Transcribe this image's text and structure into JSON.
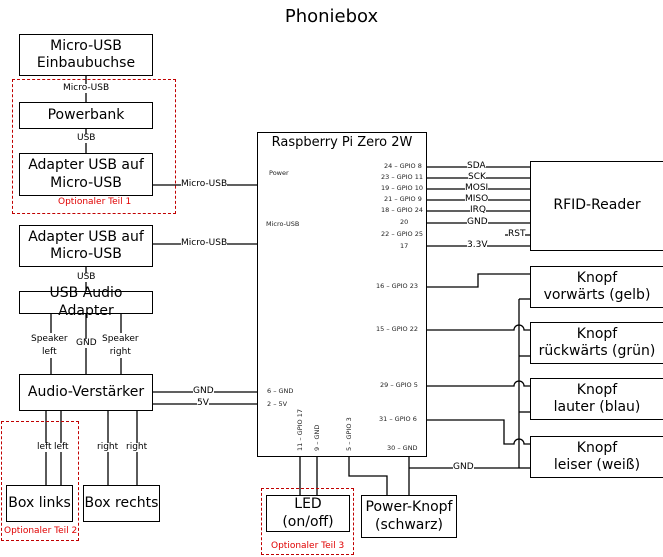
{
  "title": "Phoniebox",
  "blocks": {
    "micro_usb_socket": [
      "Micro-USB",
      "Einbaubuchse"
    ],
    "powerbank": "Powerbank",
    "adapter1": [
      "Adapter USB auf",
      "Micro-USB"
    ],
    "adapter2": [
      "Adapter USB auf",
      "Micro-USB"
    ],
    "usb_audio": "USB Audio Adapter",
    "amp": "Audio-Verstärker",
    "box_links": "Box links",
    "box_rechts": "Box rechts",
    "pi_title": "Raspberry Pi Zero 2W",
    "rfid": "RFID-Reader",
    "knopf_vor": [
      "Knopf",
      "vorwärts (gelb)"
    ],
    "knopf_rueck": [
      "Knopf",
      "rückwärts (grün)"
    ],
    "knopf_laut": [
      "Knopf",
      "lauter (blau)"
    ],
    "knopf_leise": [
      "Knopf",
      "leiser (weiß)"
    ],
    "led": "LED (on/off)",
    "power_knopf": [
      "Power-Knopf",
      "(schwarz)"
    ]
  },
  "optional": {
    "teil1": "Optionaler Teil 1",
    "teil2": "Optionaler Teil 2",
    "teil3": "Optionaler Teil 3"
  },
  "wire_labels": {
    "micro_usb_top": "Micro-USB",
    "usb_top": "USB",
    "micro_usb_a1": "Micro-USB",
    "micro_usb_a2": "Micro-USB",
    "usb_mid": "USB",
    "speaker_left": [
      "Speaker",
      "left"
    ],
    "gnd_audio": "GND",
    "speaker_right": [
      "Speaker",
      "right"
    ],
    "gnd_amp": "GND",
    "v5_amp": "5V",
    "left1": "left",
    "left2": "left",
    "right1": "right",
    "right2": "right",
    "sda": "SDA",
    "sck": "SCK",
    "mosi": "MOSI",
    "miso": "MISO",
    "irq": "IRQ",
    "gnd_rfid": "GND",
    "rst": "RST",
    "v33": "3.3V",
    "gnd_buttons": "GND"
  },
  "pi_pins": {
    "power": "Power",
    "micro_usb": "Micro-USB",
    "p24": "24 – GPIO 8",
    "p23": "23 – GPIO 11",
    "p19": "19 – GPIO 10",
    "p21": "21 – GPIO 9",
    "p18": "18 – GPIO 24",
    "p20": "20",
    "p22": "22 – GPIO 25",
    "p17": "17",
    "p16": "16 – GPIO 23",
    "p15": "15 – GPIO 22",
    "p29": "29 – GPIO 5",
    "p31": "31 – GPIO 6",
    "p30": "30 – GND",
    "p6": "6 – GND",
    "p2": "2 – 5V",
    "p11": "11 – GPIO 17",
    "p9": "9 – GND",
    "p5": "5 – GPIO 3"
  },
  "colors": {
    "optional": "#c00000",
    "line": "#000000"
  }
}
